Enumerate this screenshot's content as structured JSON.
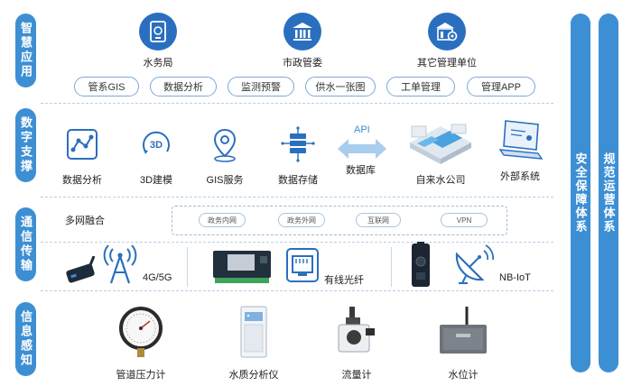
{
  "layers": {
    "app": "智慧应用",
    "support": "数字支撑",
    "comm": "通信传输",
    "sensing": "信息感知"
  },
  "right_bars": {
    "security": "安全保障体系",
    "operations": "规范运营体系"
  },
  "applications": {
    "units": [
      {
        "label": "水务局",
        "icon": "building-phone-icon"
      },
      {
        "label": "市政管委",
        "icon": "government-building-icon"
      },
      {
        "label": "其它管理单位",
        "icon": "building-gear-icon"
      }
    ],
    "pills": [
      "管系GIS",
      "数据分析",
      "监测预警",
      "供水一张图",
      "工单管理",
      "管理APP"
    ]
  },
  "support": {
    "items": [
      {
        "label": "数据分析",
        "icon": "data-analysis-icon"
      },
      {
        "label": "3D建模",
        "icon": "3d-modeling-icon"
      },
      {
        "label": "GIS服务",
        "icon": "map-pin-icon"
      },
      {
        "label": "数据存储",
        "icon": "data-storage-icon"
      },
      {
        "label": "数据库",
        "icon": "bidirectional-arrow-icon"
      },
      {
        "label": "自来水公司",
        "icon": "water-plant-icon"
      },
      {
        "label": "外部系统",
        "icon": "laptop-icon"
      }
    ],
    "api_label": "API"
  },
  "communication": {
    "fusion_label": "多网融合",
    "networks": [
      "政务内网",
      "政务外网",
      "互联网",
      "VPN"
    ],
    "labels": {
      "cellular": "4G/5G",
      "wired": "有线光纤",
      "nbiot": "NB-IoT"
    }
  },
  "sensing": {
    "devices": [
      {
        "label": "管道压力计",
        "icon": "pressure-gauge-icon"
      },
      {
        "label": "水质分析仪",
        "icon": "water-quality-analyzer-icon"
      },
      {
        "label": "流量计",
        "icon": "flow-meter-icon"
      },
      {
        "label": "水位计",
        "icon": "water-level-meter-icon"
      }
    ]
  },
  "colors": {
    "primary": "#3d8fd4",
    "dark_blue": "#2a6fbf",
    "pill_border": "#7aa9d8"
  }
}
